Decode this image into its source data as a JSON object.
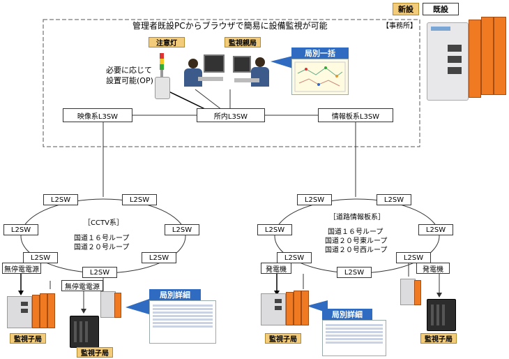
{
  "legend": {
    "new": "新設",
    "existing": "既設"
  },
  "office": {
    "title": "管理者既設PCからブラウザで簡易に設備監視が可能",
    "label": "【事務所】",
    "warning_light_tag": "注意灯",
    "monitor_station_tag": "監視親局",
    "option_note_line1": "必要に応じて",
    "option_note_line2": "設置可能(OP)",
    "station_overview_title": "局別一括"
  },
  "switches": {
    "video_l3": "映像系L3SW",
    "office_l3": "所内L3SW",
    "info_l3": "情報板系L3SW",
    "l2": "L2SW"
  },
  "cctv_ring": {
    "title": "［CCTV系］",
    "route1": "国道１６号ループ",
    "route2": "国道２０号ループ"
  },
  "road_ring": {
    "title": "［道路情報板系］",
    "route1": "国道１６号ループ",
    "route2": "国道２０号東ループ",
    "route3": "国道２０号西ループ"
  },
  "devices": {
    "ups_left": "無停電電源",
    "ups_mid": "無停電電源",
    "generator_left": "発電機",
    "generator_right": "発電機",
    "sub_station": "監視子局",
    "station_detail_title": "局別詳細"
  }
}
